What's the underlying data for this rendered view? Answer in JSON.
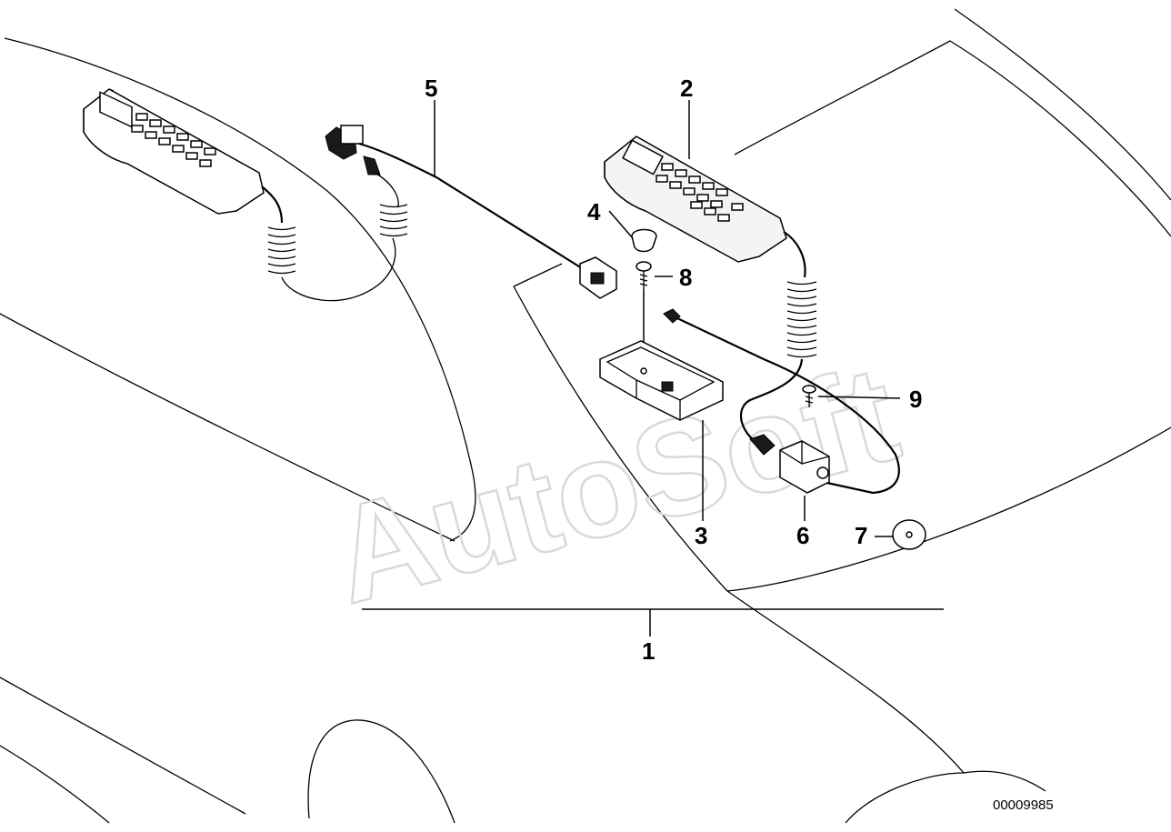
{
  "callouts": [
    {
      "id": "1",
      "label": "1"
    },
    {
      "id": "2",
      "label": "2"
    },
    {
      "id": "3",
      "label": "3"
    },
    {
      "id": "4",
      "label": "4"
    },
    {
      "id": "5",
      "label": "5"
    },
    {
      "id": "6",
      "label": "6"
    },
    {
      "id": "7",
      "label": "7"
    },
    {
      "id": "8",
      "label": "8"
    },
    {
      "id": "9",
      "label": "9"
    }
  ],
  "watermark": "AutoSoft",
  "document_number": "00009985"
}
